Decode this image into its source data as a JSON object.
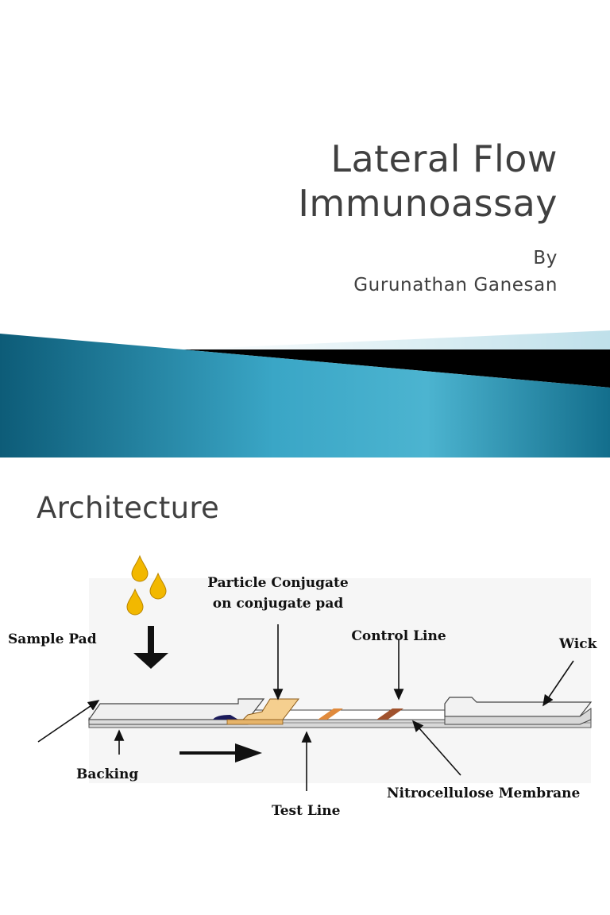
{
  "slide1": {
    "title_line1": "Lateral Flow",
    "title_line2": "Immunoassay",
    "by": "By",
    "author": "Gurunathan Ganesan"
  },
  "slide2": {
    "title": "Architecture",
    "labels": {
      "particle_line1": "Particle Conjugate",
      "particle_line2": "on conjugate pad",
      "sample_pad": "Sample Pad",
      "control_line": "Control Line",
      "wick": "Wick",
      "backing": "Backing",
      "nitrocellulose": "Nitrocellulose Membrane",
      "test_line": "Test Line"
    }
  },
  "colors": {
    "banner_teal": "#1a7e9c",
    "banner_light": "#cfe7ef",
    "drops": "#f2b800",
    "conjugate_pad": "#f5cf8f",
    "test_line": "#e08a3c",
    "control_line": "#a0522d"
  }
}
